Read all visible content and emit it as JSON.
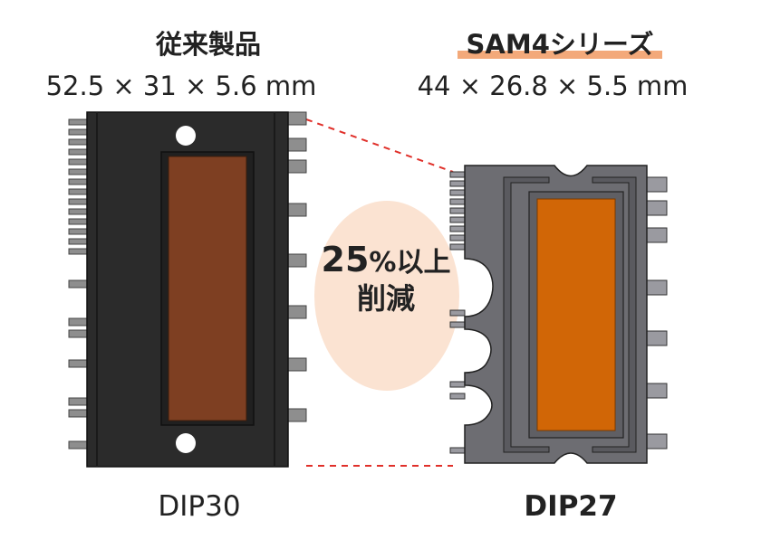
{
  "left": {
    "title": "従来製品",
    "dimensions": "52.5 × 31 × 5.6 mm",
    "package": "DIP30"
  },
  "right": {
    "title": "SAM4シリーズ",
    "dimensions": "44 × 26.8 × 5.5 mm",
    "package": "DIP27"
  },
  "reduction": {
    "percent": "25",
    "percent_suffix": "%以上",
    "text": "削減"
  },
  "colors": {
    "old_body": "#2b2b2b",
    "old_window": "#7e3f22",
    "new_body": "#6d6d72",
    "new_window": "#d16606",
    "bubble": "#fbe3d2",
    "highlight": "#f3a97a",
    "dash": "#e0302a"
  }
}
